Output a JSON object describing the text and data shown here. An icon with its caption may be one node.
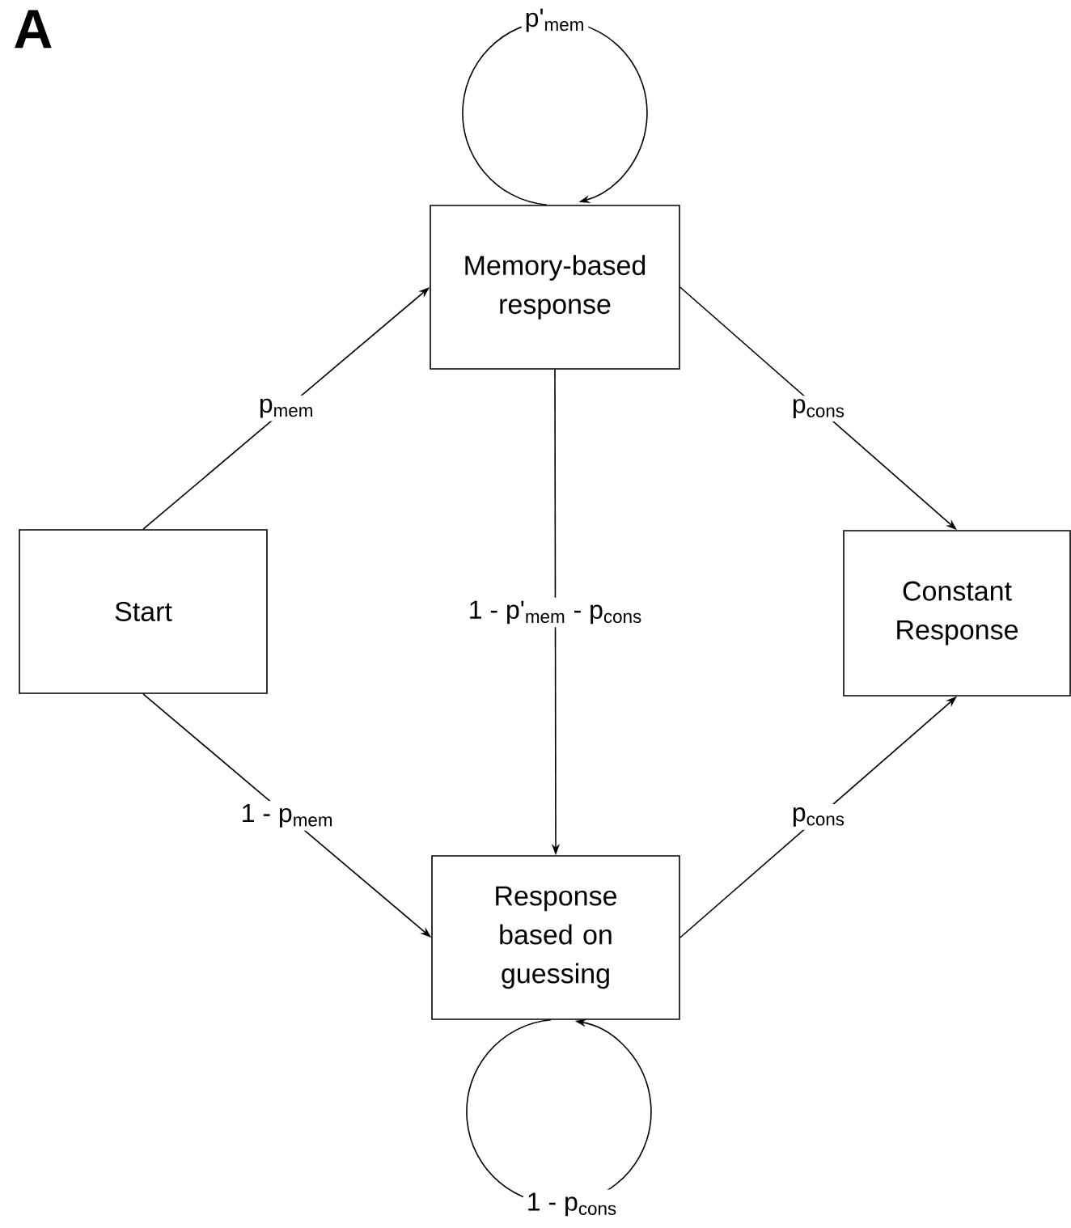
{
  "diagram": {
    "nodes": [
      {
        "text": [
          "Start"
        ]
      },
      {
        "text": [
          "Memory-based response"
        ]
      },
      {
        "text": [
          "Constant Response"
        ]
      },
      {
        "text": [
          "Response based on guessing"
        ]
      }
    ],
    "edges": [
      {
        "from": 0,
        "to": 1,
        "arrow": "to",
        "label": "p$_{mem}$"
      },
      {
        "from": 1,
        "to": 2,
        "arrow": "to",
        "label": "p$_{cons}$"
      },
      {
        "from": 1,
        "to": 3,
        "arrow": "to",
        "label": "1 - p'$_{mem}$ - p$_{cons}$"
      },
      {
        "from": 0,
        "to": 3,
        "arrow": "to",
        "label": "1 - p$_{mem}$"
      },
      {
        "from": 3,
        "to": 2,
        "arrow": "to",
        "label": "p$_{cons}$"
      },
      {
        "from": 1,
        "to": 1,
        "arrow": "to",
        "label": "p'$_{mem}$"
      },
      {
        "from": 3,
        "to": 3,
        "arrow": "to",
        "label": "1 - p$_{cons}$"
      }
    ],
    "labels": [
      "A"
    ]
  }
}
